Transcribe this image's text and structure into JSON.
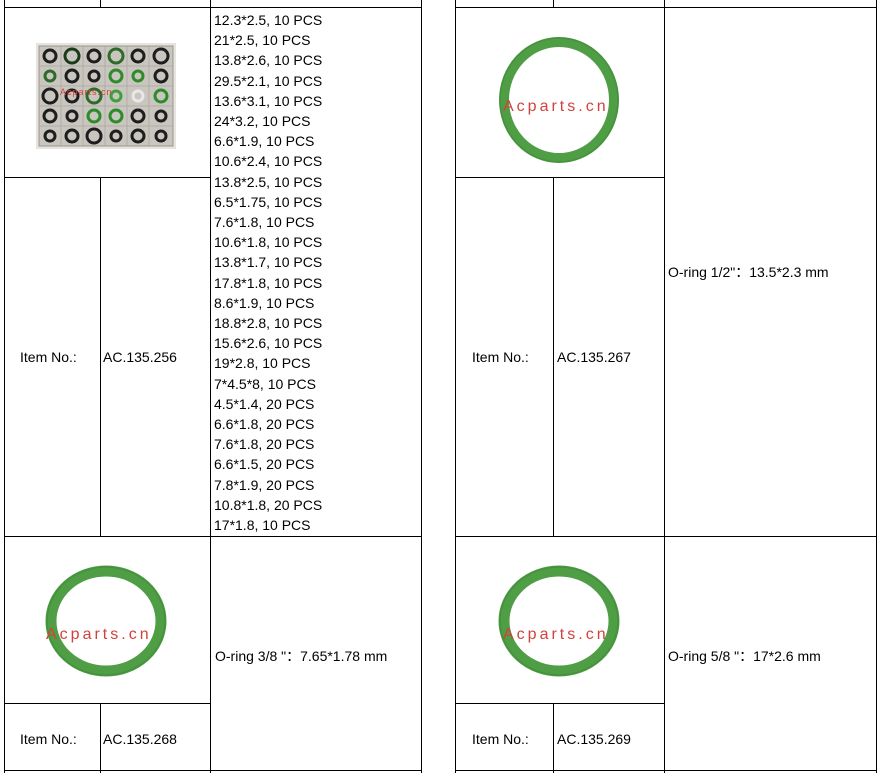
{
  "left_table": {
    "kit": {
      "pieces": [
        "12.3*2.5, 10 PCS",
        "21*2.5, 10 PCS",
        "13.8*2.6, 10 PCS",
        "29.5*2.1, 10 PCS",
        "13.6*3.1, 10 PCS",
        "24*3.2, 10 PCS",
        "6.6*1.9, 10 PCS",
        "10.6*2.4, 10 PCS",
        "13.8*2.5, 10 PCS",
        "6.5*1.75, 10 PCS",
        "7.6*1.8, 10 PCS",
        "10.6*1.8, 10 PCS",
        "13.8*1.7, 10 PCS",
        "17.8*1.8, 10 PCS",
        "8.6*1.9, 10 PCS",
        "18.8*2.8, 10 PCS",
        "15.6*2.6, 10 PCS",
        "19*2.8, 10 PCS",
        "7*4.5*8, 10 PCS",
        "4.5*1.4, 20 PCS",
        "6.6*1.8, 20 PCS",
        "7.6*1.8, 20 PCS",
        "6.6*1.5, 20 PCS",
        "7.8*1.9, 20 PCS",
        "10.8*1.8, 20 PCS",
        "17*1.8, 10 PCS"
      ],
      "item_label": "Item No.:",
      "item_no": "AC.135.256",
      "watermark": "Acparts.cn"
    },
    "oring_3_8": {
      "watermark": "Acparts.cn",
      "description": "O-ring 3/8 \"：7.65*1.78 mm",
      "item_label": "Item No.:",
      "item_no": "AC.135.268"
    }
  },
  "right_table": {
    "oring_1_2": {
      "watermark": "Acparts.cn",
      "description": "O-ring  1/2\"：13.5*2.3 mm",
      "item_label": "Item No.:",
      "item_no": "AC.135.267"
    },
    "oring_5_8": {
      "watermark": "Acparts.cn",
      "description": "O-ring 5/8 \"：17*2.6 mm",
      "item_label": "Item No.:",
      "item_no": "AC.135.269"
    }
  },
  "colors": {
    "ring_green": "#4f9e45",
    "ring_green_dark": "#3d8a37",
    "watermark_red": "#d2423c",
    "border": "#000000"
  }
}
